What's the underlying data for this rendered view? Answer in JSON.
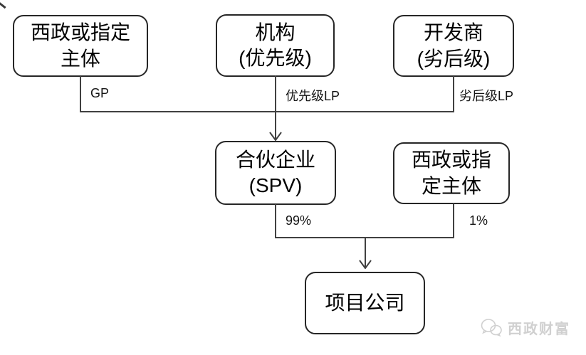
{
  "diagram": {
    "nodes": {
      "top_left": {
        "label": "西政或指定\n主体"
      },
      "top_middle": {
        "label": "机构\n(优先级)"
      },
      "top_right": {
        "label": "开发商\n(劣后级)"
      },
      "mid_left": {
        "label": "合伙企业\n(SPV)"
      },
      "mid_right": {
        "label": "西政或指\n定主体"
      },
      "bottom": {
        "label": "项目公司"
      }
    },
    "edge_labels": {
      "gp": "GP",
      "senior_lp": "优先级LP",
      "junior_lp": "劣后级LP",
      "spv_share": "99%",
      "entity_share": "1%"
    },
    "colors": {
      "box_border": "#262626",
      "connector": "#404040",
      "text": "#000000",
      "watermark": "#d0d0d0"
    }
  },
  "watermark": {
    "brand": "西政财富"
  }
}
